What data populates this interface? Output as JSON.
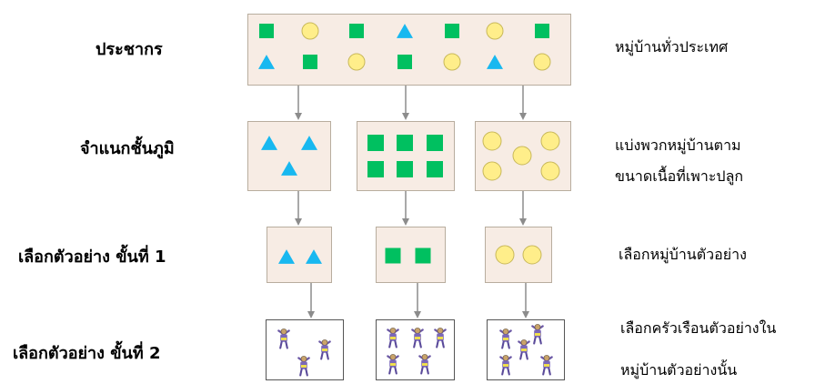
{
  "colors": {
    "square": "#00c060",
    "circle": "#ffee8a",
    "triangle": "#18b8f0",
    "box_fill": "#f7ece4",
    "arrow": "#8c8c8c"
  },
  "icons": {
    "person": "person-figure-icon"
  },
  "rows": [
    {
      "left": "ประชากร",
      "right": [
        "หมู่บ้านทั่วประเทศ"
      ]
    },
    {
      "left": "จำแนกชั้นภูมิ",
      "right": [
        "แบ่งพวกหมู่บ้านตาม",
        "ขนาดเนื้อที่เพาะปลูก"
      ]
    },
    {
      "left": "เลือกตัวอย่าง ขั้นที่ 1",
      "right": [
        "เลือกหมู่บ้านตัวอย่าง"
      ]
    },
    {
      "left": "เลือกตัวอย่าง ขั้นที่ 2",
      "right": [
        "เลือกครัวเรือนตัวอย่างใน",
        "หมู่บ้านตัวอย่างนั้น"
      ]
    }
  ]
}
